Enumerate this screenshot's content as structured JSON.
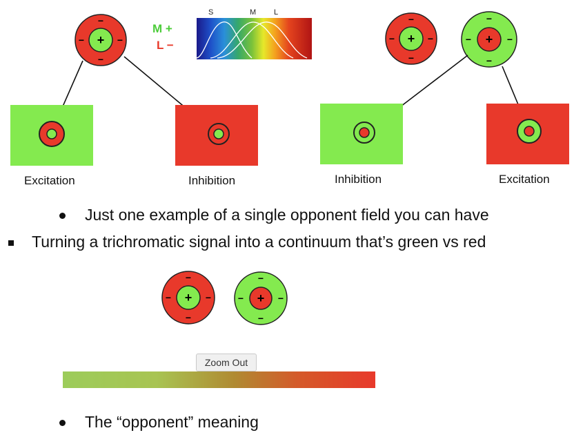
{
  "colors": {
    "red": "#e8392b",
    "green": "#84ea4f",
    "outline": "#222222"
  },
  "symbols": {
    "plus": "+",
    "minus": "−"
  },
  "legend": {
    "m_plus": "M +",
    "l_minus": "L −",
    "m_color": "#4ccc3a",
    "l_color": "#e83a2a"
  },
  "spectrum": {
    "s": "S",
    "m": "M",
    "l": "L"
  },
  "panels": {
    "excitation_left": "Excitation",
    "inhibition_left": "Inhibition",
    "inhibition_right": "Inhibition",
    "excitation_right": "Excitation"
  },
  "bullets": {
    "b1": "Just one example of a single opponent field you can have",
    "b2": "Turning a trichromatic signal into a continuum that’s green vs red",
    "b3": "The “opponent” meaning"
  },
  "zoom": {
    "label": "Zoom Out"
  }
}
